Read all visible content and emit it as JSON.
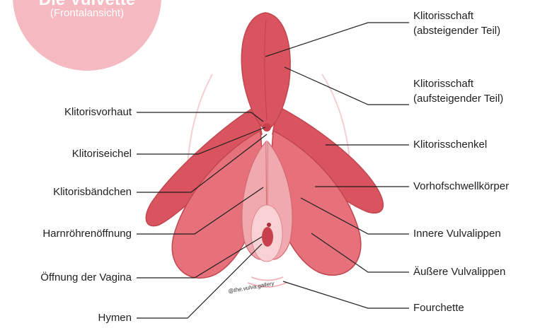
{
  "badge": {
    "title": "Die Vulvette",
    "subtitle": "(Frontalansicht)"
  },
  "labels_left": [
    "Klitorisvorhaut",
    "Klitoriseichel",
    "Klitorisbändchen",
    "Harnröhrenöffnung",
    "Öffnung der Vagina",
    "Hymen"
  ],
  "labels_right": [
    {
      "line1": "Klitorisschaft",
      "line2": "(absteigender Teil)"
    },
    {
      "line1": "Klitorisschaft",
      "line2": "(aufsteigender Teil)"
    },
    {
      "line1": "Klitorisschenkel",
      "line2": ""
    },
    {
      "line1": "Vorhofschwellkörper",
      "line2": ""
    },
    {
      "line1": "Innere Vulvalippen",
      "line2": ""
    },
    {
      "line1": "Äußere Vulvalippen",
      "line2": ""
    },
    {
      "line1": "Fourchette",
      "line2": ""
    }
  ],
  "watermark": "@the.vulva.gallery",
  "colors": {
    "tissue": "#d9545e",
    "tissue_light": "#f0a9ae",
    "badge": "#f4b9c1",
    "line": "#1f1f1f"
  }
}
